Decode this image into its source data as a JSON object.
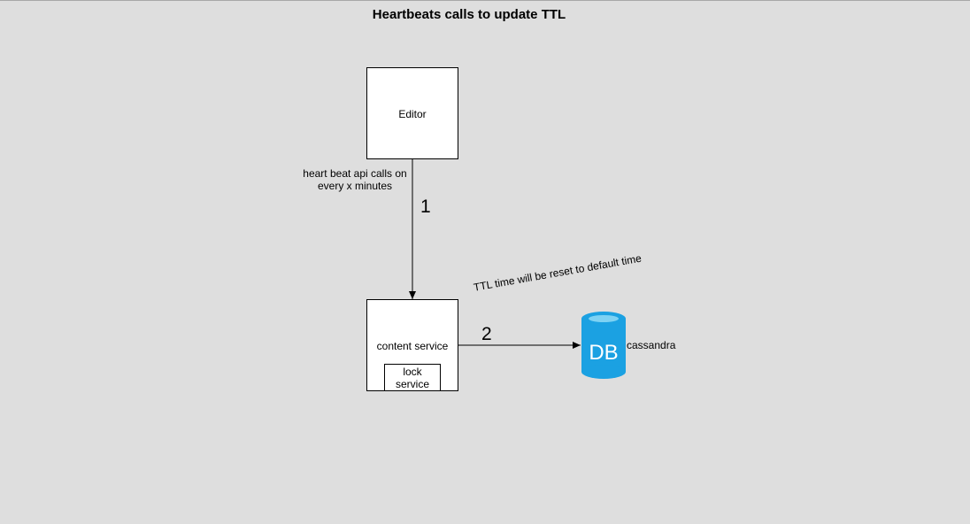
{
  "title": "Heartbeats calls to update TTL",
  "nodes": {
    "editor": "Editor",
    "content_service": "content service",
    "lock_service": "lock service",
    "db_icon_text": "DB",
    "db_label": "cassandra"
  },
  "edges": {
    "heartbeat_label": "heart beat api calls on every x minutes",
    "step1": "1",
    "step2": "2",
    "ttl_label": "TTL time will be reset to default time"
  },
  "colors": {
    "db": "#1ba1e2",
    "db_top": "#7ed2f3"
  }
}
